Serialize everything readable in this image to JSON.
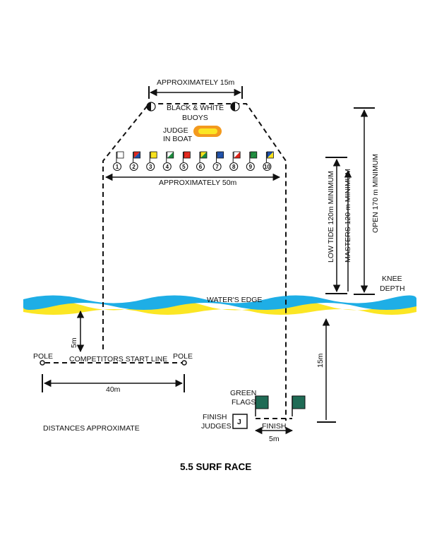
{
  "title": "5.5 SURF RACE",
  "labels": {
    "approx_15m": "APPROXIMATELY 15m",
    "buoys_line1": "BLACK & WHITE",
    "buoys_line2": "BUOYS",
    "judge_line1": "JUDGE",
    "judge_line2": "IN BOAT",
    "approx_50m": "APPROXIMATELY 50m",
    "low_tide": "LOW TIDE 120m MINIMUM",
    "masters": "MASTERS 120 m MINIMUM",
    "open": "OPEN 170 m MINIMUM",
    "knee_line1": "KNEE",
    "knee_line2": "DEPTH",
    "waters_edge": "WATER'S EDGE",
    "five_m": "5m",
    "pole_left": "POLE",
    "pole_right": "POLE",
    "start_line": "COMPETITORS START LINE",
    "forty_m": "40m",
    "fifteen_m": "15m",
    "green_line1": "GREEN",
    "green_line2": "FLAGS",
    "finish_judges_line1": "FINISH",
    "finish_judges_line2": "JUDGES",
    "judge_box": "J",
    "finish": "FINISH",
    "five_m_bottom": "5m",
    "distances": "DISTANCES APPROXIMATE"
  },
  "flags": [
    {
      "number": "1",
      "colors": [
        "#ffffff",
        "#ffffff"
      ]
    },
    {
      "number": "2",
      "colors": [
        "#e1261c",
        "#1d4fa8"
      ]
    },
    {
      "number": "3",
      "colors": [
        "#f7e11b",
        "#f7e11b"
      ]
    },
    {
      "number": "4",
      "colors": [
        "#ffffff",
        "#1c8a3c"
      ]
    },
    {
      "number": "5",
      "colors": [
        "#e1261c",
        "#e1261c"
      ]
    },
    {
      "number": "6",
      "colors": [
        "#f7e11b",
        "#1c8a3c"
      ]
    },
    {
      "number": "7",
      "colors": [
        "#1d4fa8",
        "#1d4fa8"
      ]
    },
    {
      "number": "8",
      "colors": [
        "#ffffff",
        "#e1261c"
      ]
    },
    {
      "number": "9",
      "colors": [
        "#1c8a3c",
        "#1c8a3c"
      ]
    },
    {
      "number": "10",
      "colors": [
        "#1d4fa8",
        "#f7e11b"
      ]
    }
  ],
  "colors": {
    "water": "#1eaee6",
    "sand": "#fbe624",
    "boat": "#f39a1e",
    "boat_inner": "#fbe624",
    "green_flag": "#1f6b55"
  }
}
